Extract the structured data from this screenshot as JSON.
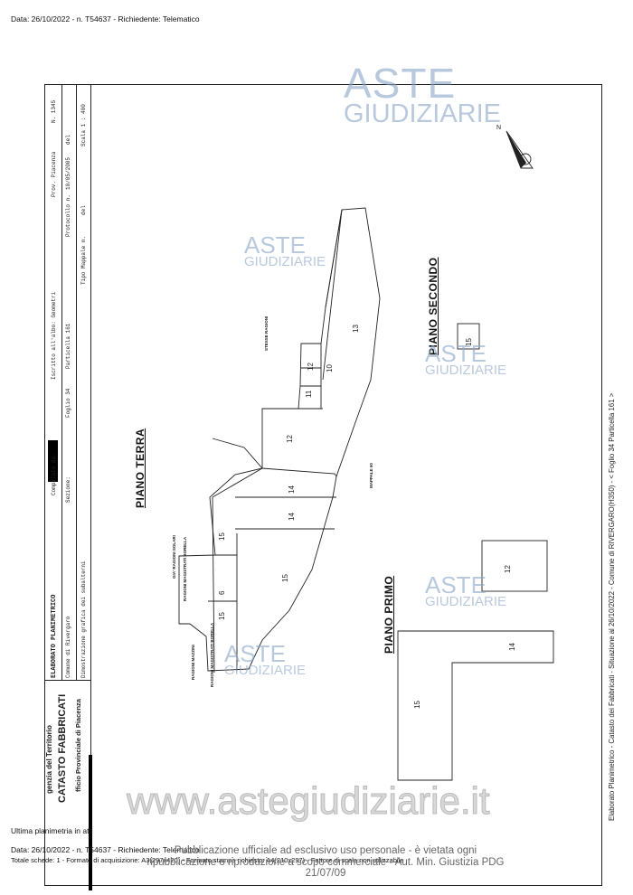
{
  "header": {
    "line": "Data: 26/10/2022 - n. T54637 - Richiedente: Telematico"
  },
  "title_block": {
    "agency": "genzia del Territorio",
    "catasto": "CATASTO FABBRICATI",
    "office": "fficio Provinciale di Piacenza",
    "elaborato": "ELABORATO PLANIMETRICO",
    "compilato_da": "Compilato da:",
    "iscritto": "Iscritto all'albo: Geometri",
    "prov": "Prov. Piacenza",
    "numero": "N.  1345",
    "comune": "Comune di Rivergaro",
    "sezione": "Sezione:",
    "foglio": "Foglio 34",
    "particella": "Particella 161",
    "protocollo": "Protocollo n.",
    "protocollo_data": "10/05/2005",
    "del": "del",
    "dimostrazione": "Dimostrazione grafica dei subalterni",
    "tipo_mappale": "Tipo Mappale n.",
    "del2": "del",
    "scala": "Scala 1 : 400"
  },
  "plans": {
    "piano_terra": "PIANO TERRA",
    "piano_primo": "PIANO PRIMO",
    "piano_secondo": "PIANO SECONDO"
  },
  "rooms": {
    "r13": "13",
    "r12a": "12",
    "r10": "10",
    "r11": "11",
    "r12b": "12",
    "r14a": "14",
    "r14b": "14",
    "r15a": "15",
    "r15b": "15",
    "r6": "6",
    "r15c": "15",
    "r15d": "15",
    "r12c": "12",
    "r14c": "14",
    "r15e": "15"
  },
  "labels": {
    "stesse_ragioni": "STESSE RAGIONI",
    "mappale": "MAPPALE 60",
    "ragioni_solari": "GIA' RAGIONI SOLARI",
    "ragioni_magistrati": "RAGIONI MAGISTRATI BORELLA",
    "ragioni_magistrati2": "RAGIONI MAGISTRATI BORELLA",
    "ragioni_mazzini": "RAGIONI MAZZINI"
  },
  "side_note": "Elaborato Planimetrico - Catasto dei Fabbricati - Situazione al 26/10/2022 - Comune di RIVERGARO(H350) - < Foglio 34 Particella 161 >",
  "watermarks": {
    "aste": "ASTE",
    "giudiziarie": "GIUDIZIARIE",
    "site": "www.astegiudiziarie.it",
    "notice_1": "Pubblicazione ufficiale ad esclusivo uso personale - è vietata ogni",
    "notice_2": "ripubblicazione o riproduzione a scopo commerciale - Aut. Min. Giustizia PDG 21/07/09"
  },
  "footer": {
    "ultima": "Ultima planimetria in atti",
    "data_line": "Data: 26/10/2022 - n. T54637 - Richiedente: Telematico",
    "totale": "Totale schede: 1 - Formato di acquisizione: A3(297x420) - Formato stampa richiesto: A4(210x297) - Fattore di scala non utilizzabile"
  },
  "colors": {
    "watermark": "#8aa6c8",
    "line": "#222222"
  }
}
